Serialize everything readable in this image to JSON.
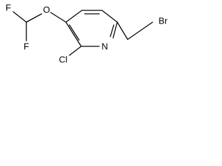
{
  "molecule": {
    "atoms": {
      "F1": "F",
      "F2": "F",
      "O": "O",
      "Cl": "Cl",
      "N": "N",
      "Br": "Br"
    }
  }
}
